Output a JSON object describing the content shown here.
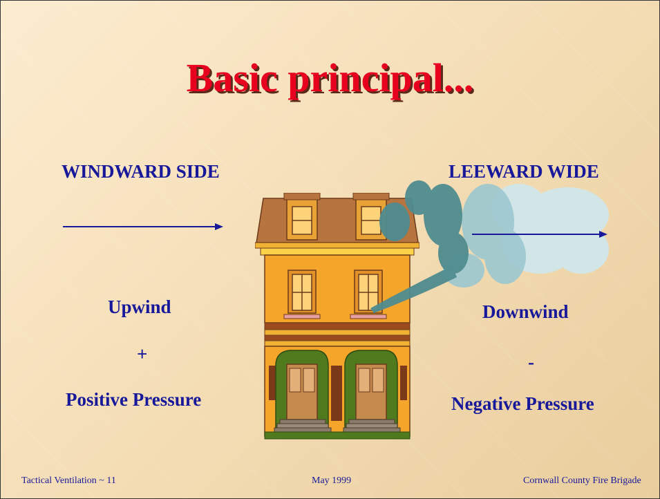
{
  "slide": {
    "title": "Basic principal...",
    "windward_heading": "WINDWARD SIDE",
    "leeward_heading": "LEEWARD WIDE",
    "upwind_label": "Upwind",
    "plus_sign": "+",
    "positive_label": "Positive Pressure",
    "downwind_label": "Downwind",
    "minus_sign": "-",
    "negative_label": "Negative Pressure"
  },
  "footer": {
    "left": "Tactical Ventilation ~ 11",
    "center": "May 1999",
    "right": "Cornwall County Fire Brigade"
  },
  "colors": {
    "title": "#e8001f",
    "text": "#18199a",
    "background": "#f5dfb8"
  }
}
